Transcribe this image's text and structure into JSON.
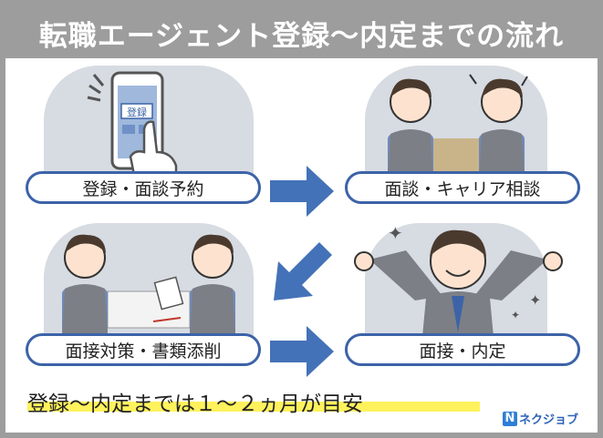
{
  "title": "転職エージェント登録～内定までの流れ",
  "steps": [
    {
      "label": "登録・面談予約"
    },
    {
      "label": "面談・キャリア相談"
    },
    {
      "label": "面接対策・書類添削"
    },
    {
      "label": "面接・内定"
    }
  ],
  "phone_screen_text": "登録",
  "summary": "登録～内定までは１～２ヵ月が目安",
  "logo": {
    "text": "ネクジョブ",
    "mark": "N"
  },
  "colors": {
    "frame": "#9d9d9d",
    "pill_border": "#3c63a8",
    "arrow": "#4472b8",
    "highlight": "#fff25c"
  }
}
